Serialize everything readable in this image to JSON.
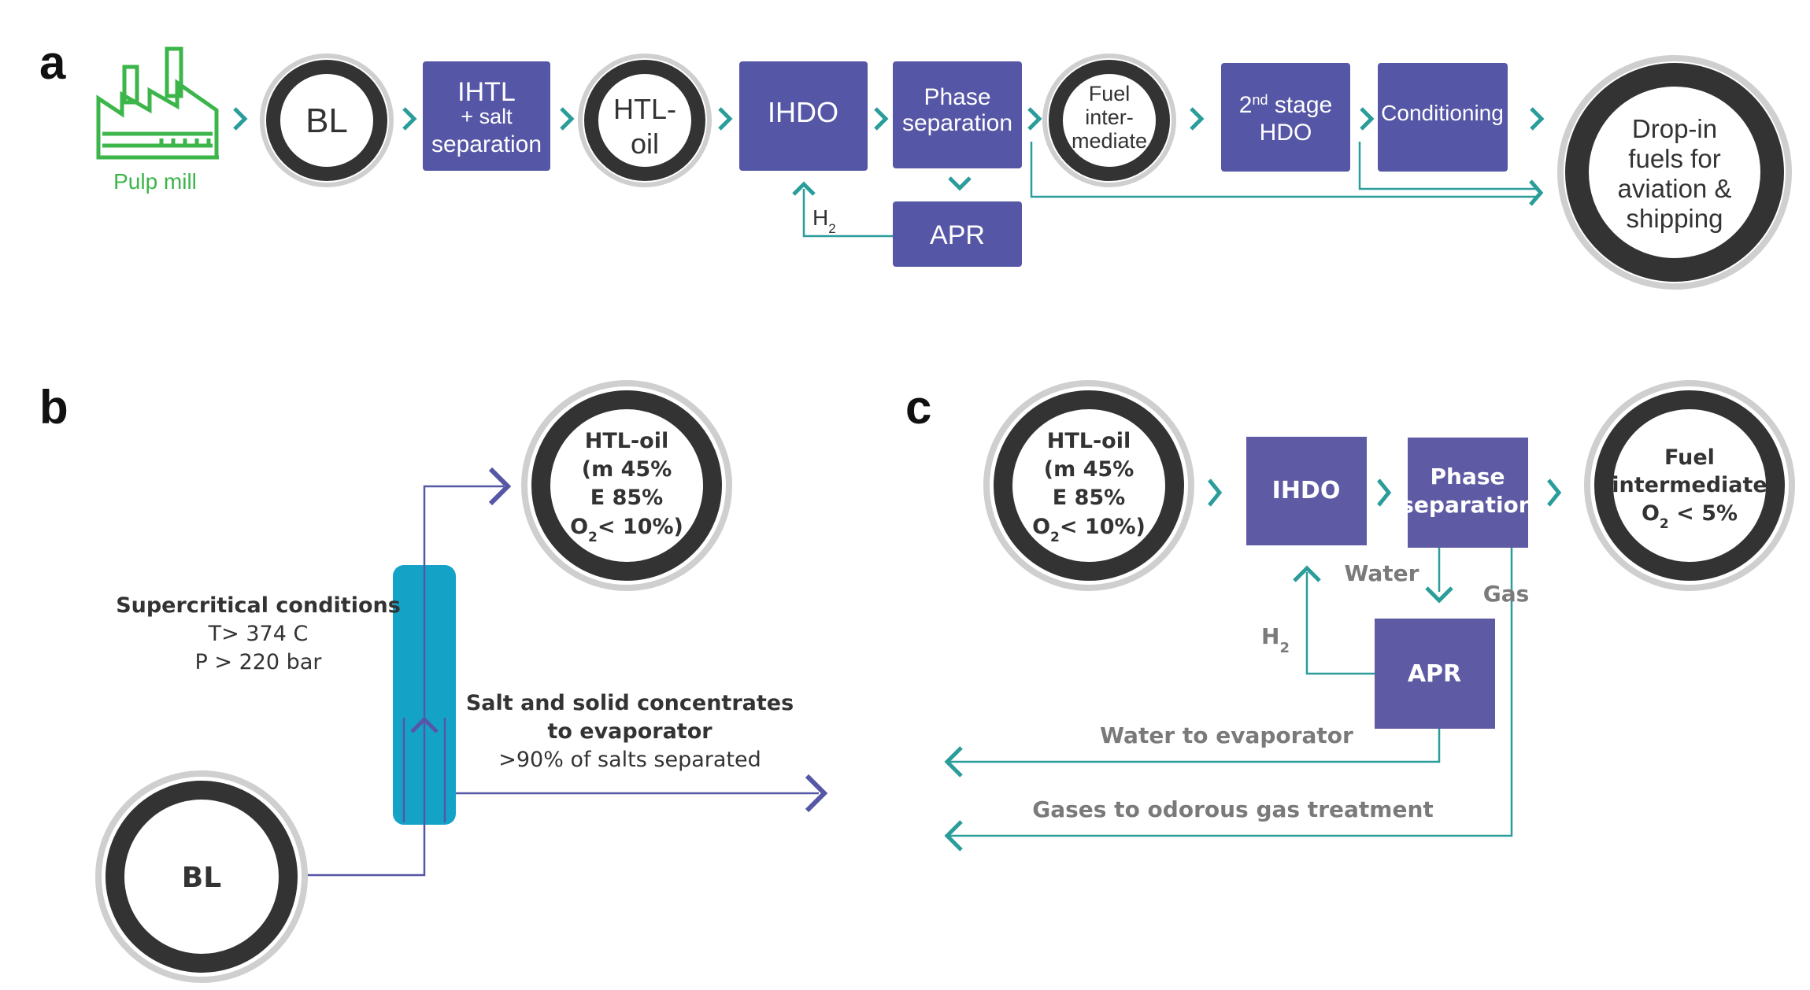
{
  "colors": {
    "box": "#5656a6",
    "box_c": "#5e5aa3",
    "teal": "#2a9d9a",
    "ring_dark": "#333333",
    "ring_light": "#c8c8c8",
    "green": "#3cb54a",
    "cyan": "#14a3c7",
    "arrow_b": "#5656a6",
    "text_dark": "#333333",
    "text_gray": "#7a7a7a"
  },
  "panel_a": {
    "letter": "a",
    "pulp_mill": "Pulp mill",
    "bl": "BL",
    "ihtl_1": "IHTL",
    "ihtl_2": "+ salt",
    "ihtl_3": "separation",
    "htl_oil_1": "HTL-",
    "htl_oil_2": "oil",
    "ihdo": "IHDO",
    "phase_1": "Phase",
    "phase_2": "separation",
    "fuel_1": "Fuel",
    "fuel_2": "inter-",
    "fuel_3": "mediate",
    "stage_num": "2",
    "stage_sup": "nd",
    "stage_rest": " stage",
    "hdo": "HDO",
    "conditioning": "Conditioning",
    "dropin_1": "Drop-in",
    "dropin_2": "fuels for",
    "dropin_3": "aviation &",
    "dropin_4": "shipping",
    "apr": "APR",
    "h2_main": "H",
    "h2_sub": "2"
  },
  "panel_b": {
    "letter": "b",
    "htl_oil_1": "HTL-oil",
    "htl_oil_2": "(m 45%",
    "htl_oil_3": "E 85%",
    "htl_oil_4a": "O",
    "htl_oil_4b": "2",
    "htl_oil_4c": "< 10%)",
    "supercritical": "Supercritical conditions",
    "temp": "T> 374 C",
    "pressure": "P > 220 bar",
    "salt_1": "Salt and solid concentrates",
    "salt_2": "to evaporator",
    "salt_3": ">90% of salts separated",
    "bl": "BL"
  },
  "panel_c": {
    "letter": "c",
    "htl_oil_1": "HTL-oil",
    "htl_oil_2": "(m 45%",
    "htl_oil_3": "E 85%",
    "htl_oil_4a": "O",
    "htl_oil_4b": "2",
    "htl_oil_4c": "< 10%)",
    "ihdo": "IHDO",
    "phase_1": "Phase",
    "phase_2": "separation",
    "fuel_1": "Fuel",
    "fuel_2": "intermediate",
    "fuel_3a": "O",
    "fuel_3b": "2",
    "fuel_3c": " < 5%",
    "water": "Water",
    "gas": "Gas",
    "h2_main": "H",
    "h2_sub": "2",
    "apr": "APR",
    "water_evap": "Water to evaporator",
    "gases_odor": "Gases to odorous gas treatment"
  }
}
